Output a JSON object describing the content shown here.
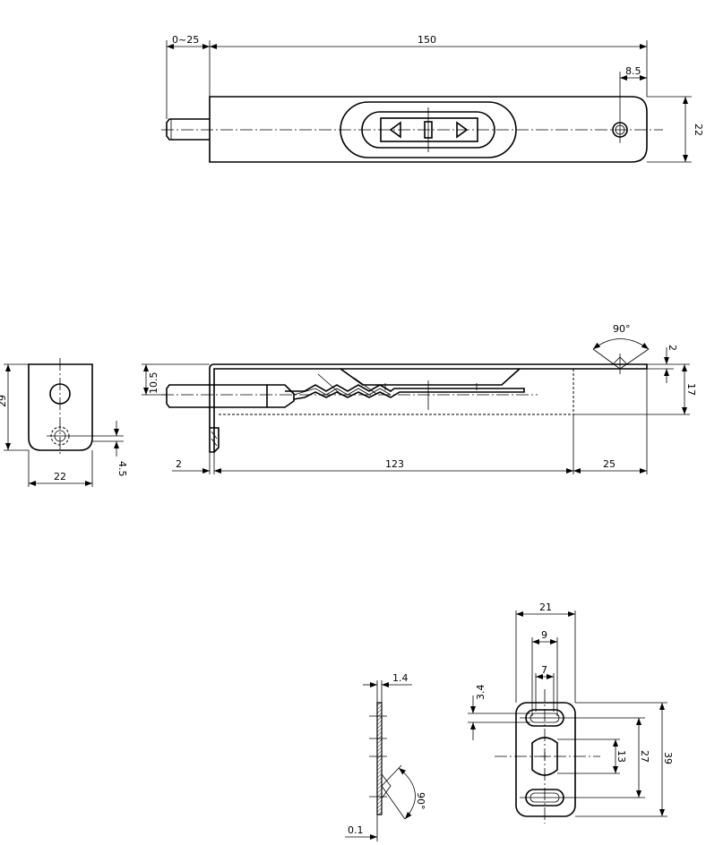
{
  "top_view": {
    "dims": {
      "stroke_range": "0~25",
      "total_length": "150",
      "hole_offset": "8.5",
      "width": "22"
    }
  },
  "end_view": {
    "dims": {
      "height": "29",
      "width": "22",
      "hole_offset": "4.5"
    }
  },
  "side_view": {
    "dims": {
      "angle": "90°",
      "thickness": "2",
      "height": "17",
      "pin_height": "10.5",
      "wall": "2",
      "length_a": "123",
      "length_b": "25"
    }
  },
  "strike_side": {
    "dims": {
      "thickness": "1.4",
      "offset": "0.1",
      "angle": "90°"
    }
  },
  "strike_front": {
    "dims": {
      "width": "21",
      "slot_length": "9",
      "slot_width": "7",
      "slot_height": "3.4",
      "hole_spacing": "27",
      "center_opening": "13",
      "height": "39"
    }
  }
}
